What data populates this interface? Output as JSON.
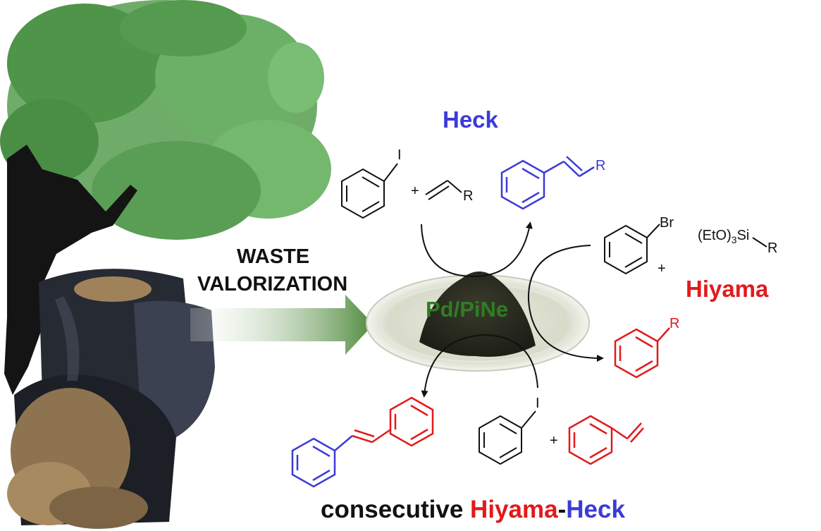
{
  "labels": {
    "heck": "Heck",
    "hiyama": "Hiyama",
    "waste_line1": "WASTE",
    "waste_line2": "VALORIZATION",
    "catalyst": "Pd/PiNe",
    "bottom_prefix": "consecutive ",
    "bottom_hiyama": "Hiyama",
    "bottom_dash": "-",
    "bottom_heck": "Heck"
  },
  "atoms": {
    "iodine_top": "I",
    "r_top": "R",
    "r_heck_product": "R",
    "bromine": "Br",
    "silane": "(EtO)3Si",
    "r_silane": "R",
    "r_hiyama_product": "R",
    "iodine_bottom": "I",
    "plus": "+"
  },
  "colors": {
    "heck_blue": "#3b3bd8",
    "hiyama_red": "#e21a1a",
    "catalyst_green": "#2f7d23",
    "arrow_green": "#5a8f4a",
    "tree_green": "#5fa35a",
    "trunk": "#141414"
  }
}
